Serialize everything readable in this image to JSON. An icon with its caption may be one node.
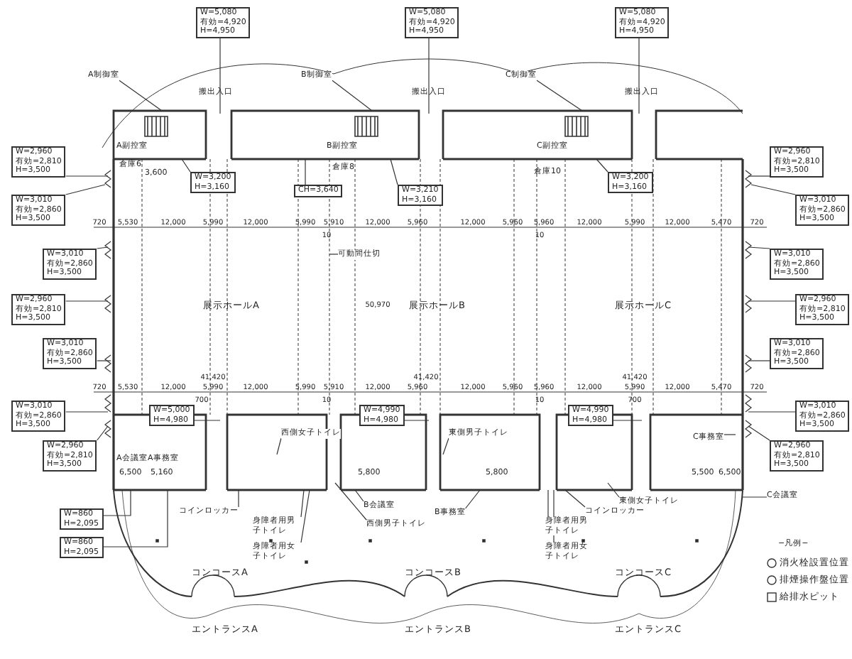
{
  "diagram": {
    "nodes": [
      {
        "text": [
          "W=5,080",
          "有効=4,920",
          "H=4,950"
        ]
      },
      {
        "text": [
          "W=5,080",
          "有効=4,920",
          "H=4,950"
        ]
      },
      {
        "text": [
          "W=5,080",
          "有効=4,920",
          "H=4,950"
        ]
      },
      {
        "text": [
          "A制御室"
        ]
      },
      {
        "text": [
          "B制御室"
        ]
      },
      {
        "text": [
          "C制御室"
        ]
      },
      {
        "text": [
          "W=2,960",
          "有効=2,810",
          "H=3,500"
        ]
      },
      {
        "text": [
          "W=3,010",
          "有効=2,860",
          "H=3,500"
        ]
      },
      {
        "text": [
          "W=3,010",
          "有効=2,860",
          "H=3,500"
        ]
      },
      {
        "text": [
          "W=2,960",
          "有効=2,810",
          "H=3,500"
        ]
      },
      {
        "text": [
          "W=3,010",
          "有効=2,860",
          "H=3,500"
        ]
      },
      {
        "text": [
          "W=3,010",
          "有効=2,860",
          "H=3,500"
        ]
      },
      {
        "text": [
          "W=2,960",
          "有効=2,810",
          "H=3,500"
        ]
      },
      {
        "text": [
          "W=860",
          "H=2,095"
        ]
      },
      {
        "text": [
          "W=860",
          "H=2,095"
        ]
      },
      {
        "text": [
          "W=3,200",
          "H=3,160"
        ]
      },
      {
        "text": [
          "CH=3,640"
        ]
      },
      {
        "text": [
          "W=3,210",
          "H=3,160"
        ]
      },
      {
        "text": [
          "W=3,200",
          "H=3,160"
        ]
      },
      {
        "text": [
          "W=2,960",
          "有効=2,810",
          "H=3,500"
        ]
      },
      {
        "text": [
          "W=3,010",
          "有効=2,860",
          "H=3,500"
        ]
      },
      {
        "text": [
          "W=3,010",
          "有効=2,860",
          "H=3,500"
        ]
      },
      {
        "text": [
          "W=2,960",
          "有効=2,810",
          "H=3,500"
        ]
      },
      {
        "text": [
          "W=3,010",
          "有効=2,860",
          "H=3,500"
        ]
      },
      {
        "text": [
          "W=3,010",
          "有効=2,860",
          "H=3,500"
        ]
      },
      {
        "text": [
          "W=2,960",
          "有効=2,810",
          "H=3,500"
        ]
      },
      {
        "text": [
          "W=5,000",
          "H=4,980"
        ]
      },
      {
        "text": [
          "W=4,990",
          "H=4,980"
        ]
      },
      {
        "text": [
          "W=4,990",
          "H=4,980"
        ]
      },
      {
        "text": [
          "可動間仕切"
        ]
      },
      {
        "text": [
          "西側女子トイレ"
        ]
      },
      {
        "text": [
          "東側男子トイレ"
        ]
      },
      {
        "text": [
          "C事務室"
        ]
      },
      {
        "text": [
          "C会議室"
        ]
      },
      {
        "text": [
          "コインロッカー"
        ]
      },
      {
        "text": [
          "身障者用男子トイレ"
        ]
      },
      {
        "text": [
          "身障者用女子トイレ"
        ]
      },
      {
        "text": [
          "B会議室"
        ]
      },
      {
        "text": [
          "西側男子トイレ"
        ]
      },
      {
        "text": [
          "B事務室"
        ]
      },
      {
        "text": [
          "身障者用男子トイレ"
        ]
      },
      {
        "text": [
          "身障者用女子トイレ"
        ]
      },
      {
        "text": [
          "コインロッカー"
        ]
      },
      {
        "text": [
          "東側女子トイレ"
        ]
      }
    ],
    "edges": [
      {
        "from": 0,
        "to": null,
        "arrow": "none"
      },
      {
        "from": 1,
        "to": null,
        "arrow": "none"
      },
      {
        "from": 2,
        "to": null,
        "arrow": "none"
      },
      {
        "from": 3,
        "to": null,
        "arrow": "none"
      },
      {
        "from": 4,
        "to": null,
        "arrow": "none"
      },
      {
        "from": 5,
        "to": null,
        "arrow": "none"
      },
      {
        "from": 6,
        "to": null,
        "arrow": "none"
      },
      {
        "from": 7,
        "to": null,
        "arrow": "none"
      },
      {
        "from": 8,
        "to": null,
        "arrow": "none"
      },
      {
        "from": 9,
        "to": null,
        "arrow": "none"
      },
      {
        "from": 10,
        "to": null,
        "arrow": "none"
      },
      {
        "from": 11,
        "to": null,
        "arrow": "none"
      },
      {
        "from": 12,
        "to": null,
        "arrow": "none"
      },
      {
        "from": 13,
        "to": null,
        "arrow": "none"
      },
      {
        "from": 14,
        "to": null,
        "arrow": "none"
      },
      {
        "from": 15,
        "to": null,
        "arrow": "none"
      },
      {
        "from": 16,
        "to": null,
        "arrow": "none"
      },
      {
        "from": 17,
        "to": null,
        "arrow": "none"
      },
      {
        "from": 18,
        "to": null,
        "arrow": "none"
      },
      {
        "from": 19,
        "to": null,
        "arrow": "none"
      },
      {
        "from": 20,
        "to": null,
        "arrow": "none"
      },
      {
        "from": 21,
        "to": null,
        "arrow": "none"
      },
      {
        "from": 22,
        "to": null,
        "arrow": "none"
      },
      {
        "from": 23,
        "to": null,
        "arrow": "none"
      },
      {
        "from": 24,
        "to": null,
        "arrow": "none"
      },
      {
        "from": 25,
        "to": null,
        "arrow": "none"
      },
      {
        "from": 26,
        "to": null,
        "arrow": "none"
      },
      {
        "from": 27,
        "to": null,
        "arrow": "none"
      },
      {
        "from": 28,
        "to": null,
        "arrow": "none"
      },
      {
        "from": 29,
        "to": null,
        "arrow": "none"
      },
      {
        "from": 30,
        "to": null,
        "arrow": "none"
      },
      {
        "from": 31,
        "to": null,
        "arrow": "none"
      },
      {
        "from": 32,
        "to": null,
        "arrow": "none"
      },
      {
        "from": 33,
        "to": null,
        "arrow": "none"
      },
      {
        "from": 34,
        "to": null,
        "arrow": "none"
      },
      {
        "from": 35,
        "to": null,
        "arrow": "none"
      },
      {
        "from": 36,
        "to": null,
        "arrow": "none"
      },
      {
        "from": 37,
        "to": null,
        "arrow": "none"
      },
      {
        "from": 38,
        "to": null,
        "arrow": "none"
      },
      {
        "from": 39,
        "to": null,
        "arrow": "none"
      },
      {
        "from": 40,
        "to": null,
        "arrow": "none"
      },
      {
        "from": 41,
        "to": null,
        "arrow": "none"
      },
      {
        "from": 42,
        "to": null,
        "arrow": "none"
      },
      {
        "from": 43,
        "to": null,
        "arrow": "none"
      }
    ],
    "labels": [
      "搬出入口",
      "搬出入口",
      "搬出入口",
      "A副控室",
      "B副控室",
      "C副控室",
      "倉庫6",
      "3,600",
      "倉庫8",
      "倉庫10",
      "720",
      "5,530",
      "12,000",
      "5,990",
      "12,000",
      "5,990",
      "5,910",
      "12,000",
      "5,960",
      "12,000",
      "5,960",
      "5,960",
      "12,000",
      "5,990",
      "12,000",
      "5,470",
      "720",
      "10",
      "10",
      "展示ホールA",
      "50,970",
      "展示ホールB",
      "展示ホールC",
      "41,420",
      "41,420",
      "41,420",
      "720",
      "5,530",
      "12,000",
      "5,990",
      "12,000",
      "5,990",
      "5,910",
      "12,000",
      "5,960",
      "12,000",
      "5,960",
      "5,960",
      "12,000",
      "5,990",
      "12,000",
      "5,470",
      "720",
      "700",
      "10",
      "10",
      "700",
      "A会議室",
      "A事務室",
      "6,500",
      "5,160",
      "5,800",
      "5,800",
      "5,500",
      "6,500",
      "コンコースA",
      "コンコースB",
      "コンコースC",
      "エントランスA",
      "エントランスB",
      "エントランスC",
      "−凡例−"
    ],
    "legend": [
      {
        "text": "消火栓設置位置"
      },
      {
        "text": "排煙操作盤位置"
      },
      {
        "text": "給排水ピット"
      }
    ]
  }
}
